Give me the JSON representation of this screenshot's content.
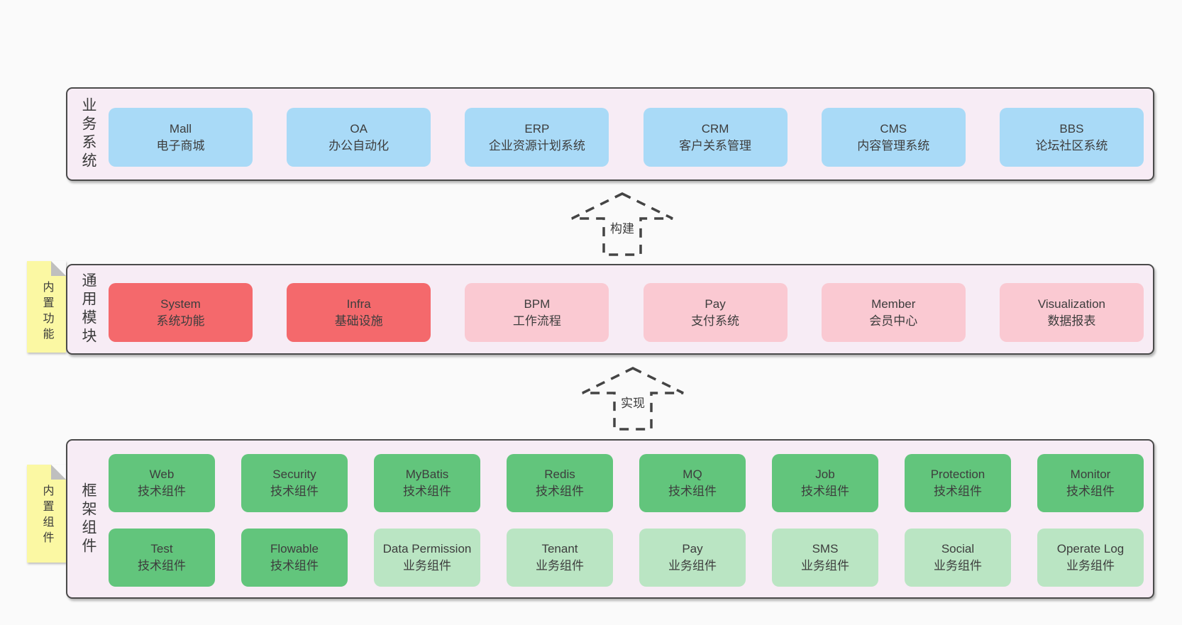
{
  "colors": {
    "page_bg": "#fafafa",
    "band_bg": "#f7ecf5",
    "band_border": "#4a4a4a",
    "node_blue": "#a9daf7",
    "node_red": "#f4696c",
    "node_pink": "#fac9d2",
    "node_green": "#62c57c",
    "node_light_green": "#bae5c3",
    "note_yellow": "#fbf8a3",
    "text": "#3d3d3d"
  },
  "layers": {
    "business": {
      "label": "业务系统",
      "items": [
        {
          "title": "Mall",
          "subtitle": "电子商城"
        },
        {
          "title": "OA",
          "subtitle": "办公自动化"
        },
        {
          "title": "ERP",
          "subtitle": "企业资源计划系统"
        },
        {
          "title": "CRM",
          "subtitle": "客户关系管理"
        },
        {
          "title": "CMS",
          "subtitle": "内容管理系统"
        },
        {
          "title": "BBS",
          "subtitle": "论坛社区系统"
        }
      ]
    },
    "modules": {
      "label": "通用模块",
      "note": "内置功能",
      "items": [
        {
          "title": "System",
          "subtitle": "系统功能"
        },
        {
          "title": "Infra",
          "subtitle": "基础设施"
        },
        {
          "title": "BPM",
          "subtitle": "工作流程"
        },
        {
          "title": "Pay",
          "subtitle": "支付系统"
        },
        {
          "title": "Member",
          "subtitle": "会员中心"
        },
        {
          "title": "Visualization",
          "subtitle": "数据报表"
        }
      ]
    },
    "components": {
      "label": "框架组件",
      "note": "内置组件",
      "row1": [
        {
          "title": "Web",
          "subtitle": "技术组件"
        },
        {
          "title": "Security",
          "subtitle": "技术组件"
        },
        {
          "title": "MyBatis",
          "subtitle": "技术组件"
        },
        {
          "title": "Redis",
          "subtitle": "技术组件"
        },
        {
          "title": "MQ",
          "subtitle": "技术组件"
        },
        {
          "title": "Job",
          "subtitle": "技术组件"
        },
        {
          "title": "Protection",
          "subtitle": "技术组件"
        },
        {
          "title": "Monitor",
          "subtitle": "技术组件"
        }
      ],
      "row2": [
        {
          "title": "Test",
          "subtitle": "技术组件"
        },
        {
          "title": "Flowable",
          "subtitle": "技术组件"
        },
        {
          "title": "Data Permission",
          "subtitle": "业务组件"
        },
        {
          "title": "Tenant",
          "subtitle": "业务组件"
        },
        {
          "title": "Pay",
          "subtitle": "业务组件"
        },
        {
          "title": "SMS",
          "subtitle": "业务组件"
        },
        {
          "title": "Social",
          "subtitle": "业务组件"
        },
        {
          "title": "Operate Log",
          "subtitle": "业务组件"
        }
      ]
    }
  },
  "arrows": {
    "build": {
      "label": "构建"
    },
    "implement": {
      "label": "实现"
    }
  }
}
